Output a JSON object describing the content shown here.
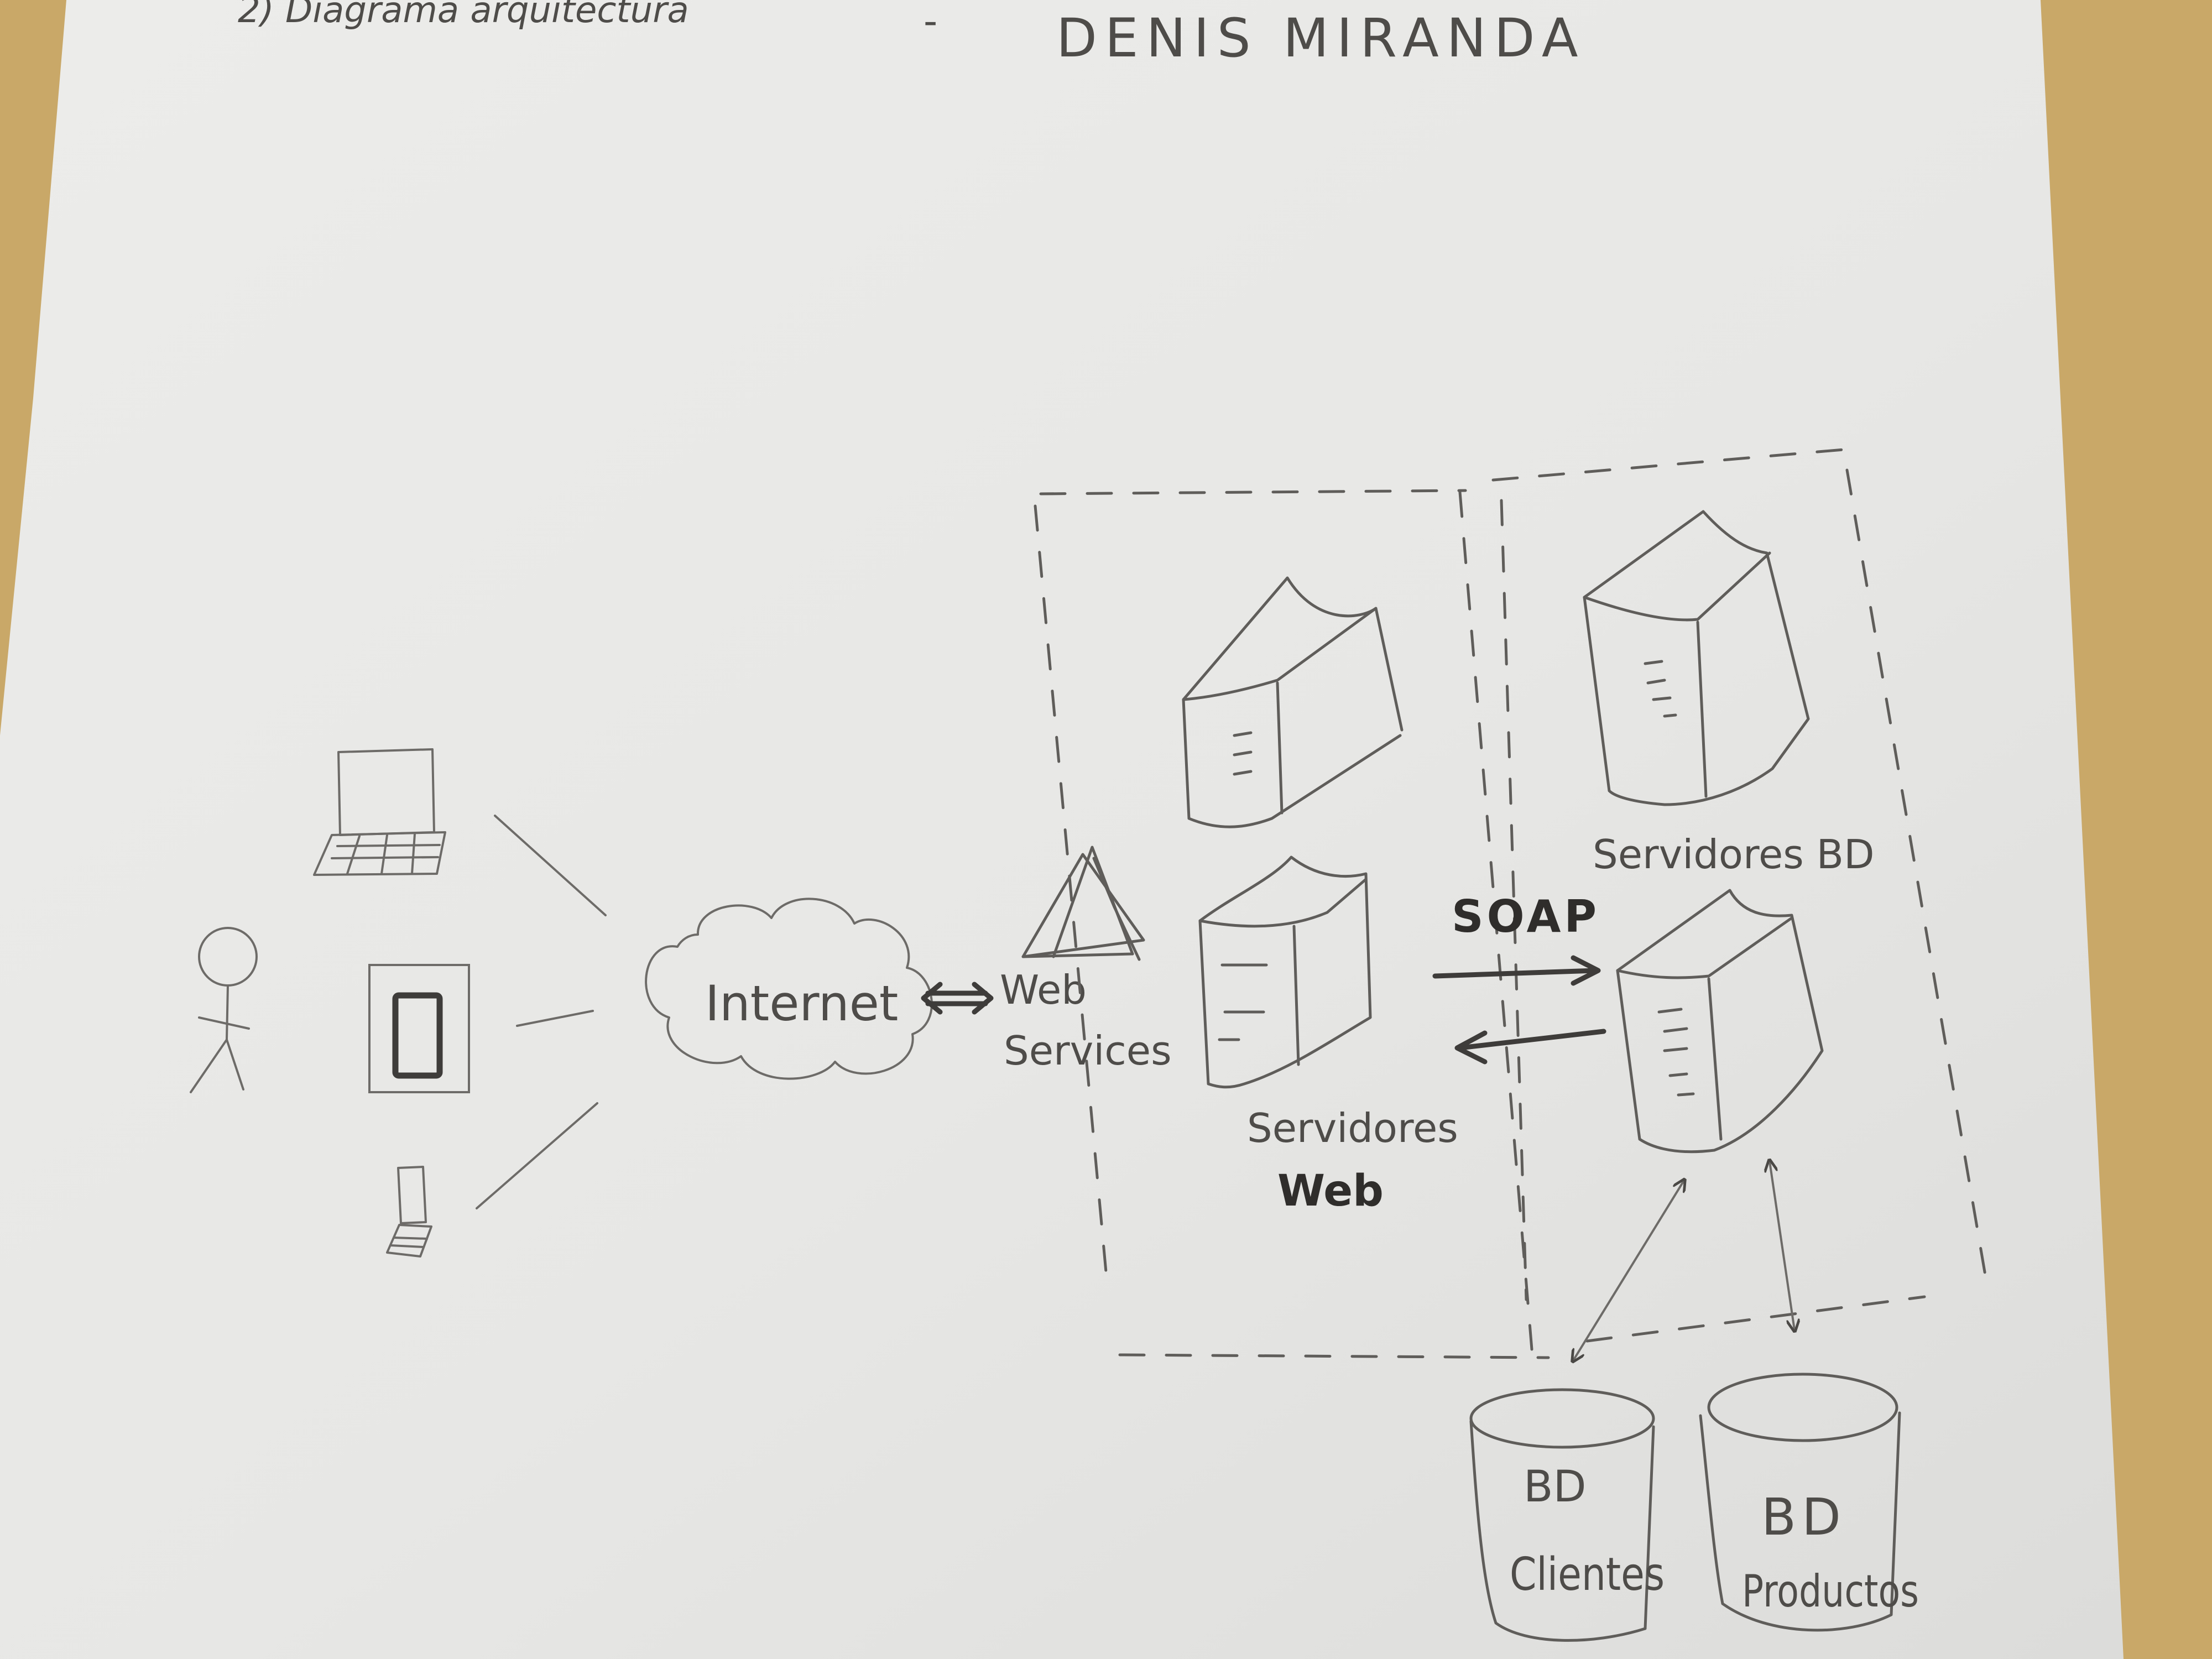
{
  "header": {
    "subtitle": "2) Diagrama arquitectura",
    "separator": "-",
    "author": "DENIS MIRANDA"
  },
  "labels": {
    "internet": "Internet",
    "web_services_line1": "Web",
    "web_services_line2": "Services",
    "soap": "SOAP",
    "web_servers_line1": "Servidores",
    "web_servers_line2": "Web",
    "db_servers": "Servidores BD",
    "db_clientes_line1": "BD",
    "db_clientes_line2": "Clientes",
    "db_productos_line1": "BD",
    "db_productos_line2": "Productos"
  },
  "colors": {
    "paper": "#ebebeb",
    "desk": "#c9a868",
    "ink": "#5f5d5a"
  }
}
